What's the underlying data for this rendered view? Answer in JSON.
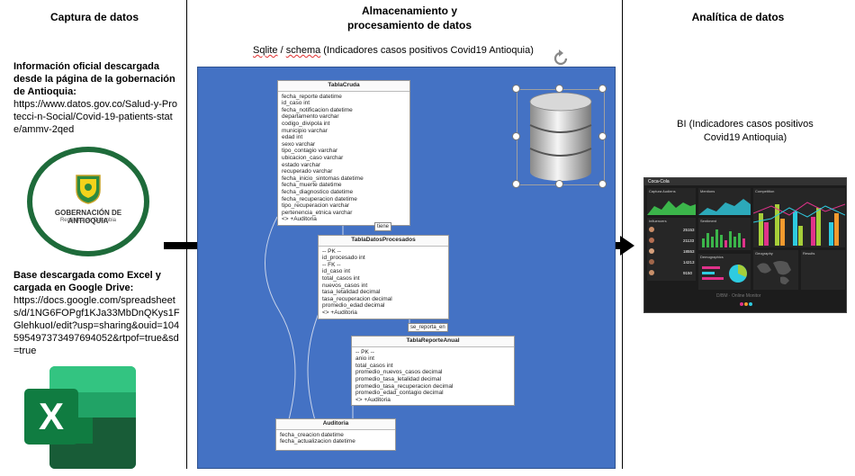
{
  "columns": {
    "capture_title": "Captura de datos",
    "storage_title_line1": "Almacenamiento y",
    "storage_title_line2": "procesamiento de datos",
    "analytics_title": "Analítica de datos"
  },
  "left": {
    "info_heading": "Información oficial descargada desde la página de la gobernación de Antioquia:",
    "info_url": "https://www.datos.gov.co/Salud-y-Protecci-n-Social/Covid-19-patients-state/ammv-2qed",
    "logo_line1": "GOBERNACIÓN DE ANTIOQUIA",
    "logo_line2": "República de Colombia",
    "excel_heading": "Base descargada como Excel y cargada en Google Drive:",
    "excel_url": "https://docs.google.com/spreadsheets/d/1NG6FOPgf1KJa33MbDnQKys1FGlehkuoI/edit?usp=sharing&ouid=104595497373497694052&rtpof=true&sd=true",
    "excel_icon": "X"
  },
  "middle": {
    "subtitle_part1": "Sqlite",
    "subtitle_part2": " / ",
    "subtitle_part3": "schema",
    "subtitle_part4": " (Indicadores casos positivos Covid19 Antioquia)",
    "tables": [
      {
        "name": "TablaCruda",
        "fields": [
          "fecha_reporte datetime",
          "id_caso int",
          "fecha_notificacion datetime",
          "departamento varchar",
          "codigo_divipola int",
          "municipio varchar",
          "edad int",
          "sexo varchar",
          "tipo_contagio varchar",
          "ubicacion_caso varchar",
          "estado varchar",
          "recuperado varchar",
          "fecha_inicio_sintomas datetime",
          "fecha_muerte datetime",
          "fecha_diagnostico datetime",
          "fecha_recuperacion datetime",
          "tipo_recuperacion varchar",
          "pertenencia_etnica varchar",
          "<> +Auditoria"
        ]
      },
      {
        "name": "TablaDatosProcesados",
        "fields": [
          "-- PK --",
          "id_procesado int",
          "-- FK --",
          "id_caso int",
          "total_casos int",
          "nuevos_casos int",
          "tasa_letalidad decimal",
          "tasa_recuperacion decimal",
          "promedio_edad decimal",
          "<> +Auditoria"
        ]
      },
      {
        "name": "TablaReporteAnual",
        "fields": [
          "-- PK --",
          "anio int",
          "total_casos int",
          "promedio_nuevos_casos decimal",
          "promedio_tasa_letalidad decimal",
          "promedio_tasa_recuperacion decimal",
          "promedio_edad_contagio decimal",
          "<> +Auditoria"
        ]
      },
      {
        "name": "Auditoria",
        "fields": [
          "fecha_creacion datetime",
          "fecha_actualizacion datetime"
        ]
      }
    ],
    "relations": [
      "tiene",
      "se_reporta_en"
    ]
  },
  "right": {
    "bi_line1": "BI (Indicadores casos positivos",
    "bi_line2": "Covid19 Antioquia)",
    "dashboard_brand": "Coca-Cola",
    "dashboard_sections": [
      "Captura Audiens",
      "Mentions",
      "Competition",
      "Influencers",
      "Sentiment",
      "Demographics",
      "Geography",
      "Results"
    ],
    "influencer_values": [
      "25153",
      "21133",
      "18553",
      "14213",
      "9150"
    ],
    "footer": "D/BM · Online Monitor",
    "colors": {
      "lime": "#a6ce39",
      "cyan": "#2ecbe0",
      "magenta": "#e0328a",
      "orange": "#f29a2e",
      "green": "#3bb54a",
      "dark": "#2a2a2a"
    }
  }
}
